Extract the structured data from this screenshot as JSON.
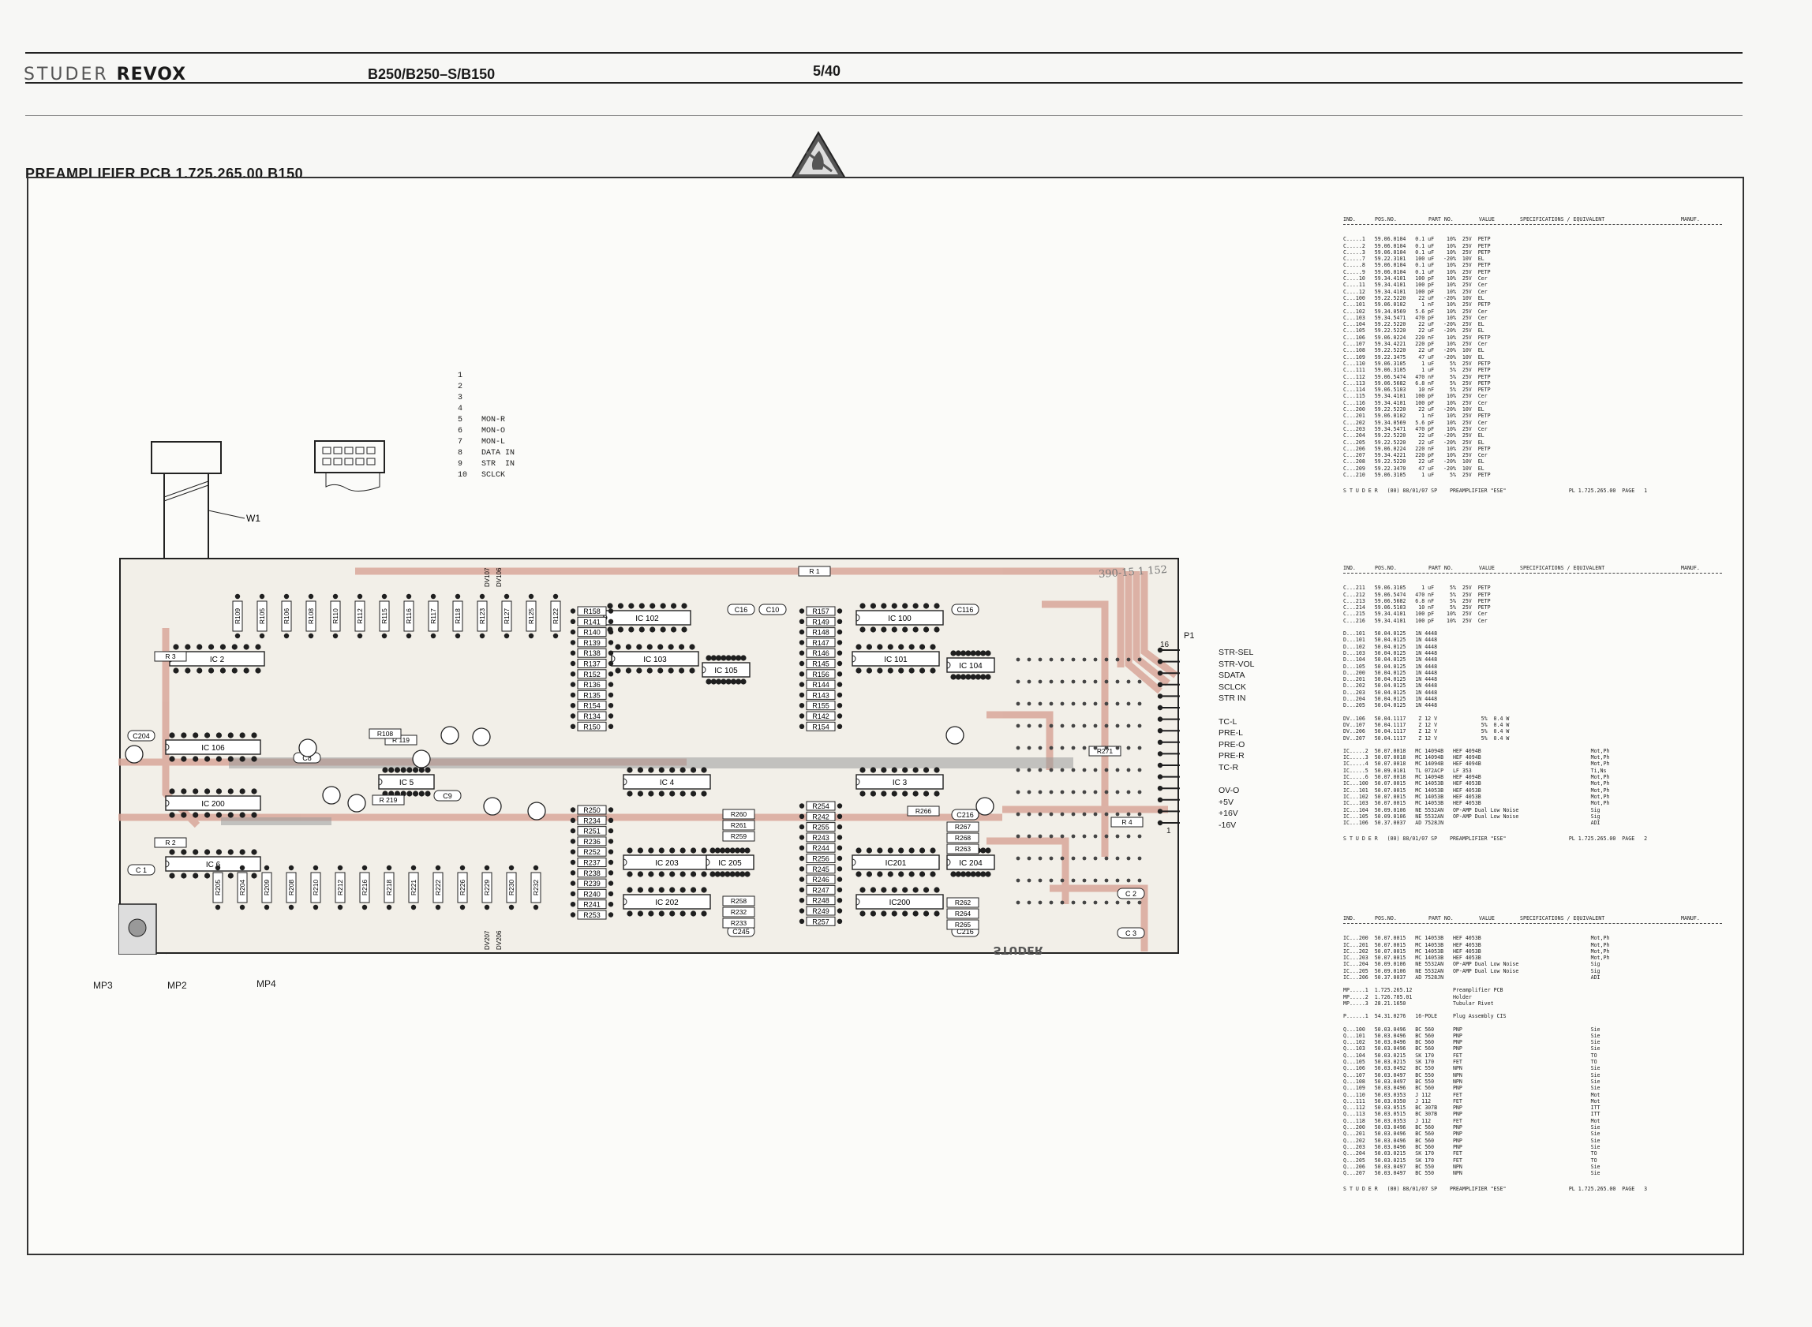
{
  "header": {
    "brand_studer": "STUDER",
    "brand_revox": "REVOX",
    "model": "B250/B250–S/B150",
    "page": "5/40"
  },
  "title": "PREAMPLIFIER PCB 1.725.265.00 B150",
  "handnote": "390-15 1 152",
  "connector_pins": [
    "1",
    "2",
    "3",
    "4",
    "5    MON-R",
    "6    MON-O",
    "7    MON-L",
    "8    DATA IN",
    "9    STR  IN",
    "10   SCLCK"
  ],
  "labels": {
    "w1": "W1",
    "mp3": "MP3",
    "mp2": "MP2",
    "mp4": "MP4",
    "p1": "P1",
    "pin16": "16",
    "pin1": "1"
  },
  "edge_signals": [
    "STR-SEL",
    "STR-VOL",
    "SDATA",
    "SCLCK",
    "STR IN",
    "",
    "TC-L",
    "PRE-L",
    "PRE-O",
    "PRE-R",
    "TC-R",
    "",
    "OV-O",
    "+5V",
    "+16V",
    "-16V"
  ],
  "colors": {
    "copper": "#d9a79a",
    "board": "#f2efe8",
    "ink": "#1f1f1f"
  },
  "table_header": [
    "IND.",
    "POS.NO.",
    "PART NO.",
    "VALUE",
    "SPECIFICATIONS / EQUIVALENT",
    "MANUF."
  ],
  "table1": {
    "rows": [
      "C.....1   59.06.0104   0.1 uF    10%  25V  PETP",
      "C.....2   59.06.0104   0.1 uF    10%  25V  PETP",
      "C.....3   59.06.0104   0.1 uF    10%  25V  PETP",
      "C.....7   59.22.3101   100 uF   -20%  10V  EL",
      "C.....8   59.06.0104   0.1 uF    10%  25V  PETP",
      "C.....9   59.06.0104   0.1 uF    10%  25V  PETP",
      "C....10   59.34.4101   100 pF    10%  25V  Cer",
      "C....11   59.34.4101   100 pF    10%  25V  Cer",
      "C....12   59.34.4101   100 pF    10%  25V  Cer",
      "C...100   59.22.5220    22 uF   -20%  10V  EL",
      "C...101   59.06.0102     1 nF    10%  25V  PETP",
      "C...102   59.34.0569   5.6 pF    10%  25V  Cer",
      "C...103   59.34.5471   470 pF    10%  25V  Cer",
      "C...104   59.22.5220    22 uF   -20%  25V  EL",
      "C...105   59.22.5220    22 uF   -20%  25V  EL",
      "C...106   59.06.0224   220 nF    10%  25V  PETP",
      "C...107   59.34.4221   220 pF    10%  25V  Cer",
      "C...108   59.22.5220    22 uF   -20%  10V  EL",
      "C...109   59.22.3475    47 uF   -20%  10V  EL",
      "C...110   59.06.3105     1 uF     5%  25V  PETP",
      "C...111   59.06.3105     1 uF     5%  25V  PETP",
      "C...112   59.06.5474   470 nF     5%  25V  PETP",
      "C...113   59.06.5682   6.8 nF     5%  25V  PETP",
      "C...114   59.06.5103    10 nF     5%  25V  PETP",
      "C...115   59.34.4101   100 pF    10%  25V  Cer",
      "C...116   59.34.4101   100 pF    10%  25V  Cer",
      "C...200   59.22.5220    22 uF   -20%  10V  EL",
      "C...201   59.06.0102     1 nF    10%  25V  PETP",
      "C...202   59.34.0569   5.6 pF    10%  25V  Cer",
      "C...203   59.34.5471   470 pF    10%  25V  Cer",
      "C...204   59.22.5220    22 uF   -20%  25V  EL",
      "C...205   59.22.5220    22 uF   -20%  25V  EL",
      "C...206   59.06.0224   220 nF    10%  25V  PETP",
      "C...207   59.34.4221   220 pF    10%  25V  Cer",
      "C...208   59.22.5220    22 uF   -20%  10V  EL",
      "C...209   59.22.3470    47 uF   -20%  10V  EL",
      "C...210   59.06.3105     1 uF     5%  25V  PETP"
    ],
    "footer": "S T U D E R   (00) 88/01/07 SP    PREAMPLIFIER \"ESE\"                    PL 1.725.265.00  PAGE   1"
  },
  "table2": {
    "rows": [
      "C...211   59.06.3105     1 uF     5%  25V  PETP",
      "C...212   59.06.5474   470 nF     5%  25V  PETP",
      "C...213   59.06.5682   6.8 nF     5%  25V  PETP",
      "C...214   59.06.5103    10 nF     5%  25V  PETP",
      "C...215   59.34.4101   100 pF    10%  25V  Cer",
      "C...216   59.34.4101   100 pF    10%  25V  Cer",
      "",
      "D...101   50.04.0125   1N 4448",
      "D...101   50.04.0125   1N 4448",
      "D...102   50.04.0125   1N 4448",
      "D...103   50.04.0125   1N 4448",
      "D...104   50.04.0125   1N 4448",
      "D...105   50.04.0125   1N 4448",
      "D...200   50.04.0125   1N 4448",
      "D...201   50.04.0125   1N 4448",
      "D...202   50.04.0125   1N 4448",
      "D...203   50.04.0125   1N 4448",
      "D...204   50.04.0125   1N 4448",
      "D...205   50.04.0125   1N 4448",
      "",
      "DV..106   50.04.1117    Z 12 V              5%  0.4 W",
      "DV..107   50.04.1117    Z 12 V              5%  0.4 W",
      "DV..206   50.04.1117    Z 12 V              5%  0.4 W",
      "DV..207   50.04.1117    Z 12 V              5%  0.4 W",
      "",
      "IC.....2  50.07.0018   MC 14094B   HEF 4094B                                   Mot,Ph",
      "IC.....3  50.07.0018   MC 14094B   HEF 4094B                                   Mot,Ph",
      "IC.....4  50.07.0018   MC 14094B   HEF 4094B                                   Mot,Ph",
      "IC.....5  50.09.0101   TL 072ACP   LF 353                                      Ti,Ns",
      "IC.....6  50.07.0018   MC 14094B   HEF 4094B                                   Mot,Ph",
      "IC...100  50.07.0015   MC 14053B   HEF 4053B                                   Mot,Ph",
      "IC...101  50.07.0015   MC 14053B   HEF 4053B                                   Mot,Ph",
      "IC...102  50.07.0015   MC 14053B   HEF 4053B                                   Mot,Ph",
      "IC...103  50.07.0015   MC 14053B   HEF 4053B                                   Mot,Ph",
      "IC...104  50.09.0106   NE 5532AN   OP-AMP Dual Low Noise                       Sig",
      "IC...105  50.09.0106   NE 5532AN   OP-AMP Dual Low Noise                       Sig",
      "IC...106  50.37.0037   AD 7528JN                                               ADI"
    ],
    "footer": "S T U D E R   (00) 88/01/07 SP    PREAMPLIFIER \"ESE\"                    PL 1.725.265.00  PAGE   2"
  },
  "table3": {
    "rows": [
      "IC...200  50.07.0015   MC 14053B   HEF 4053B                                   Mot,Ph",
      "IC...201  50.07.0015   MC 14053B   HEF 4053B                                   Mot,Ph",
      "IC...202  50.07.0015   MC 14053B   HEF 4053B                                   Mot,Ph",
      "IC...203  50.07.0015   MC 14053B   HEF 4053B                                   Mot,Ph",
      "IC...204  50.09.0106   NE 5532AN   OP-AMP Dual Low Noise                       Sig",
      "IC...205  50.09.0106   NE 5532AN   OP-AMP Dual Low Noise                       Sig",
      "IC...206  50.37.0037   AD 7528JN                                               ADI",
      "",
      "MP.....1  1.725.265.12             Preamplifier PCB",
      "MP.....2  1.726.785.01             Holder",
      "MP.....3  28.21.1650               Tubular Rivet",
      "",
      "P......1  54.31.0276   16-POLE     Plug Assembly CIS",
      "",
      "Q...100   50.03.0496   BC 560      PNP                                         Sie",
      "Q...101   50.03.0496   BC 560      PNP                                         Sie",
      "Q...102   50.03.0496   BC 560      PNP                                         Sie",
      "Q...103   50.03.0496   BC 560      PNP                                         Sie",
      "Q...104   50.03.0215   SK 170      FET                                         TO",
      "Q...105   50.03.0215   SK 170      FET                                         TO",
      "Q...106   50.03.0492   BC 550      NPN                                         Sie",
      "Q...107   50.03.0497   BC 550      NPN                                         Sie",
      "Q...108   50.03.0497   BC 550      NPN                                         Sie",
      "Q...109   50.03.0496   BC 560      PNP                                         Sie",
      "Q...110   50.03.0353   J 112       FET                                         Mot",
      "Q...111   50.03.0350   J 112       FET                                         Mot",
      "Q...112   50.03.0515   BC 307B     PNP                                         ITT",
      "Q...113   50.03.0515   BC 307B     PNP                                         ITT",
      "Q...118   50.03.0353   J 112       FET                                         Mot",
      "Q...200   50.03.0496   BC 560      PNP                                         Sie",
      "Q...201   50.03.0496   BC 560      PNP                                         Sie",
      "Q...202   50.03.0496   BC 560      PNP                                         Sie",
      "Q...203   50.03.0496   BC 560      PNP                                         Sie",
      "Q...204   50.03.0215   SK 170      FET                                         TO",
      "Q...205   50.03.0215   SK 170      FET                                         TO",
      "Q...206   50.03.0497   BC 550      NPN                                         Sie",
      "Q...207   50.03.0497   BC 550      NPN                                         Sie"
    ],
    "footer": "S T U D E R   (00) 88/01/07 SP    PREAMPLIFIER \"ESE\"                    PL 1.725.265.00  PAGE   3"
  },
  "pcb": {
    "ics": [
      "IC 2",
      "IC 106",
      "IC 200",
      "IC 6",
      "IC 5",
      "IC 102",
      "IC 103",
      "IC 105",
      "IC 4",
      "IC 203",
      "IC 205",
      "IC 202",
      "IC 100",
      "IC 101",
      "IC 104",
      "IC 3",
      "IC201",
      "IC 204",
      "IC200"
    ],
    "resistors_col1": [
      "R158",
      "R141",
      "R140",
      "R139",
      "R138",
      "R137",
      "R152",
      "R136",
      "R135",
      "R154",
      "R134",
      "R150"
    ],
    "resistors_col2": [
      "R157",
      "R149",
      "R148",
      "R147",
      "R146",
      "R145",
      "R156",
      "R144",
      "R143",
      "R155",
      "R142",
      "R154"
    ],
    "resistors_col3": [
      "R250",
      "R234",
      "R251",
      "R236",
      "R252",
      "R237",
      "R238",
      "R239",
      "R240",
      "R241",
      "R253"
    ],
    "resistors_col4": [
      "R254",
      "R242",
      "R255",
      "R243",
      "R244",
      "R256",
      "R245",
      "R246",
      "R247",
      "R248",
      "R249",
      "R257"
    ],
    "top_resistors": [
      "R109",
      "R105",
      "R106",
      "R108",
      "R110",
      "R112",
      "R115",
      "R116",
      "R117",
      "R118",
      "R123",
      "R127",
      "R125",
      "R122"
    ],
    "bottom_resistors": [
      "R205",
      "R204",
      "R209",
      "R208",
      "R210",
      "R212",
      "R216",
      "R218",
      "R221",
      "R222",
      "R226",
      "R229",
      "R230",
      "R232"
    ],
    "caps": [
      "C16",
      "C10",
      "C116",
      "C216",
      "C 2",
      "C 3",
      "C 1",
      "C204",
      "C8",
      "C9",
      "C245",
      "C216"
    ],
    "misc": [
      "R 1",
      "R 2",
      "R 3",
      "R 4",
      "R271",
      "R 119",
      "R 219",
      "R108",
      "R266",
      "R267",
      "R268",
      "R263",
      "R262",
      "R264",
      "R265",
      "R260",
      "R261",
      "R259",
      "R258",
      "R232",
      "R233"
    ],
    "brand_mirror": "STUDER",
    "dv": [
      "DV107",
      "DV106",
      "DV207",
      "DV206"
    ]
  }
}
